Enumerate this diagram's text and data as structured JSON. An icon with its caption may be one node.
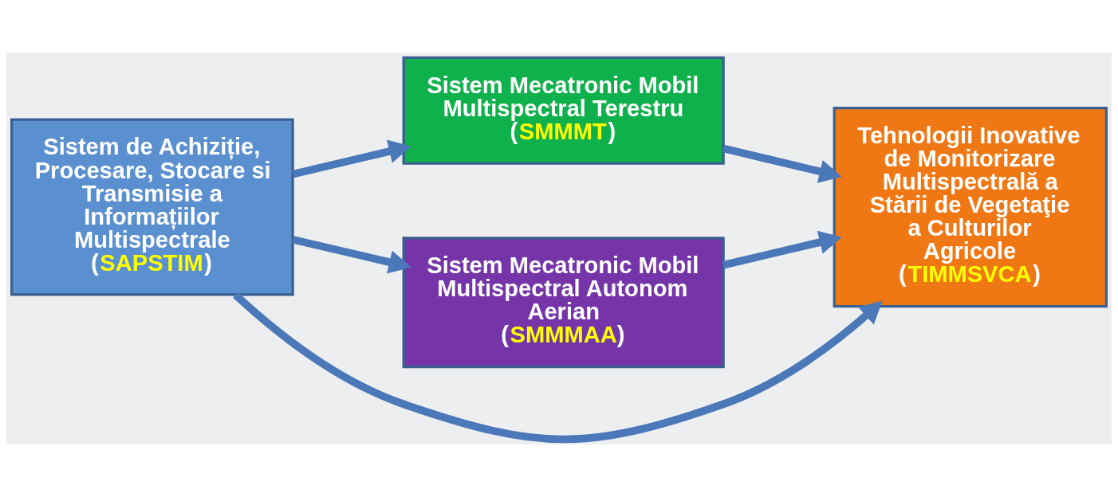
{
  "diagram": {
    "nodes": [
      {
        "text": [
          "Sistem de Achiziție, Procesare, Stocare si Transmisie a Informațiilor Multispectrale",
          "(SAPSTIM)"
        ]
      },
      {
        "text": [
          "Sistem Mecatronic Mobil Multispectral Terestru",
          "(SMMMT)"
        ]
      },
      {
        "text": [
          "Sistem Mecatronic Mobil Multispectral Autonom Aerian",
          "(SMMMAA)"
        ]
      },
      {
        "text": [
          "Tehnologii Inovative de Monitorizare Multispectrală a Stării de Vegetaţie a Culturilor Agricole",
          "(TIMMSVCA)"
        ]
      }
    ],
    "edges": [
      {
        "from": 0,
        "to": 1,
        "arrow": "to"
      },
      {
        "from": 1,
        "to": 3,
        "arrow": "to"
      },
      {
        "from": 0,
        "to": 3,
        "arrow": "to"
      },
      {
        "from": 0,
        "to": 2,
        "arrow": "to"
      },
      {
        "from": 2,
        "to": 3,
        "arrow": "to"
      }
    ]
  }
}
